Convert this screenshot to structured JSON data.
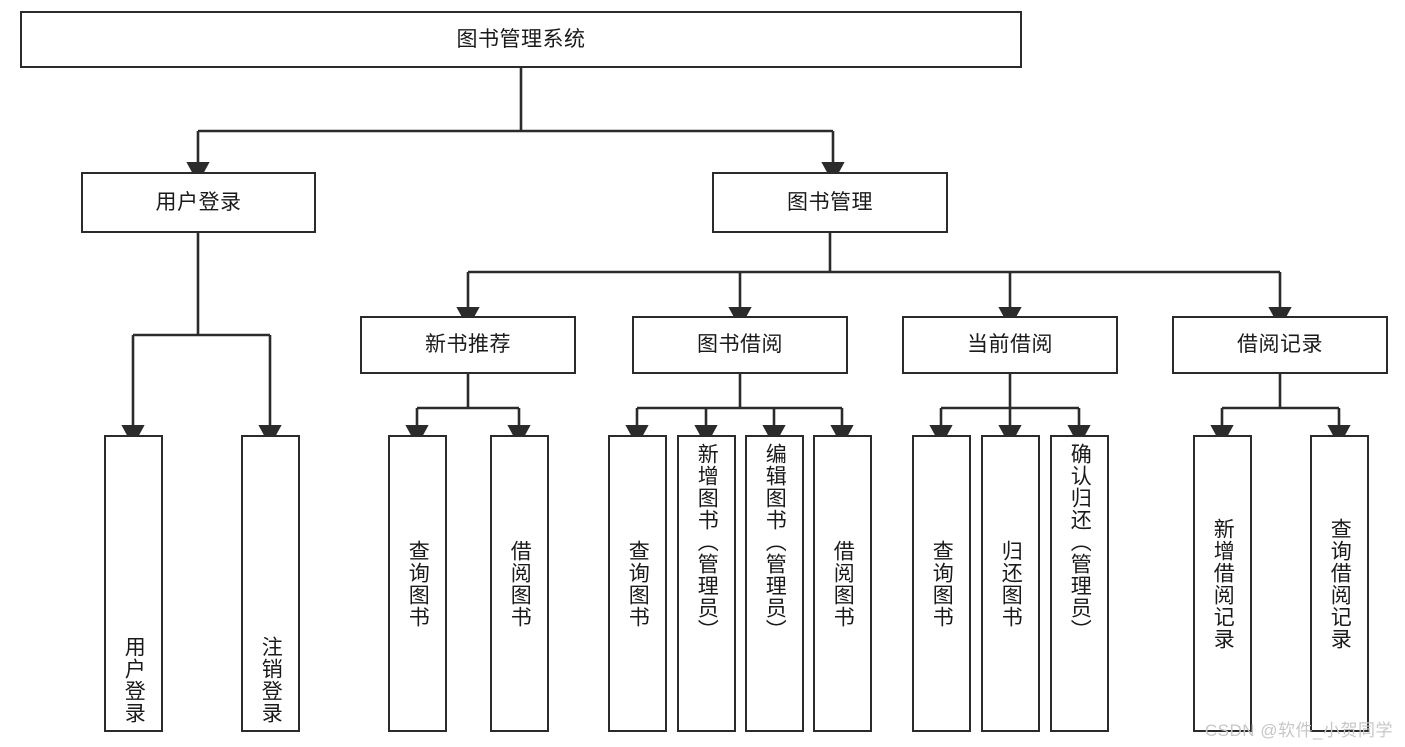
{
  "diagram": {
    "title": "图书管理系统",
    "type": "hierarchy-tree",
    "watermark": "CSDN @软件_小贺同学",
    "colors": {
      "box_border": "#2b2b2b",
      "box_fill": "#ffffff",
      "text": "#1a1a1a",
      "connector": "#2b2b2b",
      "watermark": "#c7c7c7"
    }
  },
  "nodes": {
    "root": {
      "label": "图书管理系统"
    },
    "tier2": [
      {
        "label": "用户登录"
      },
      {
        "label": "图书管理"
      }
    ],
    "tier3": [
      {
        "label": "新书推荐"
      },
      {
        "label": "图书借阅"
      },
      {
        "label": "当前借阅"
      },
      {
        "label": "借阅记录"
      }
    ],
    "leaves_user_login": [
      {
        "label": "用户登录"
      },
      {
        "label": "注销登录"
      }
    ],
    "leaves_new_book": [
      {
        "label": "查询图书"
      },
      {
        "label": "借阅图书"
      }
    ],
    "leaves_borrow": [
      {
        "label": "查询图书"
      },
      {
        "label": "新增图书（管理员）"
      },
      {
        "label": "编辑图书（管理员）"
      },
      {
        "label": "借阅图书"
      }
    ],
    "leaves_current": [
      {
        "label": "查询图书"
      },
      {
        "label": "归还图书"
      },
      {
        "label": "确认归还（管理员）"
      }
    ],
    "leaves_records": [
      {
        "label": "新增借阅记录"
      },
      {
        "label": "查询借阅记录"
      }
    ]
  }
}
